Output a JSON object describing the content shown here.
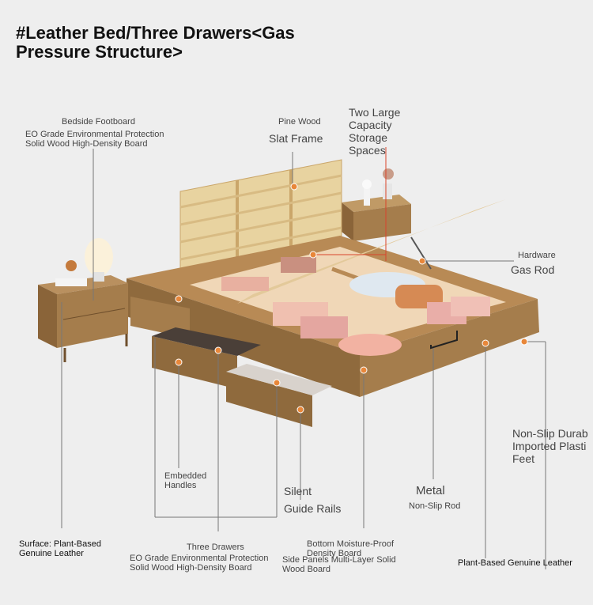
{
  "title": {
    "line1": "#Leather Bed/Three Drawers<Gas",
    "line2": "Pressure Structure>"
  },
  "labels": {
    "bedside_footboard": "Bedside Footboard",
    "eo_grade_1": "EO Grade Environmental Protection",
    "solid_wood_1": "Solid Wood High-Density Board",
    "pine_wood": "Pine Wood",
    "slat_frame": "Slat Frame",
    "storage_l1": "Two Large",
    "storage_l2": "Capacity",
    "storage_l3": "Storage",
    "storage_l4": "Spaces",
    "hardware": "Hardware",
    "gas_rod": "Gas Rod",
    "nonslip_l1": "Non-Slip Durab",
    "nonslip_l2": "Imported Plasti",
    "nonslip_l3": "Feet",
    "embedded_l1": "Embedded",
    "embedded_l2": "Handles",
    "silent": "Silent",
    "guide_rails": "Guide Rails",
    "metal": "Metal",
    "nonslip_rod": "Non-Slip Rod",
    "surface_l1": "Surface: Plant-Based",
    "surface_l2": "Genuine Leather",
    "three_drawers": "Three Drawers",
    "eo_grade_2": "EO Grade Environmental Protection",
    "solid_wood_2": "Solid Wood High-Density Board",
    "bottom_l1": "Bottom Moisture-Proof",
    "bottom_l2": "Density Board",
    "side_l1": "Side Panels Multi-Layer Solid",
    "side_l2": "Wood Board",
    "plant_leather": "Plant-Based Genuine Leather"
  },
  "colors": {
    "background": "#eeeeee",
    "leather": "#a57d4c",
    "pine": "#e8d3a0",
    "marker": "#e8873a",
    "leader_line": "#777777",
    "highlight_line": "#d9442b"
  }
}
